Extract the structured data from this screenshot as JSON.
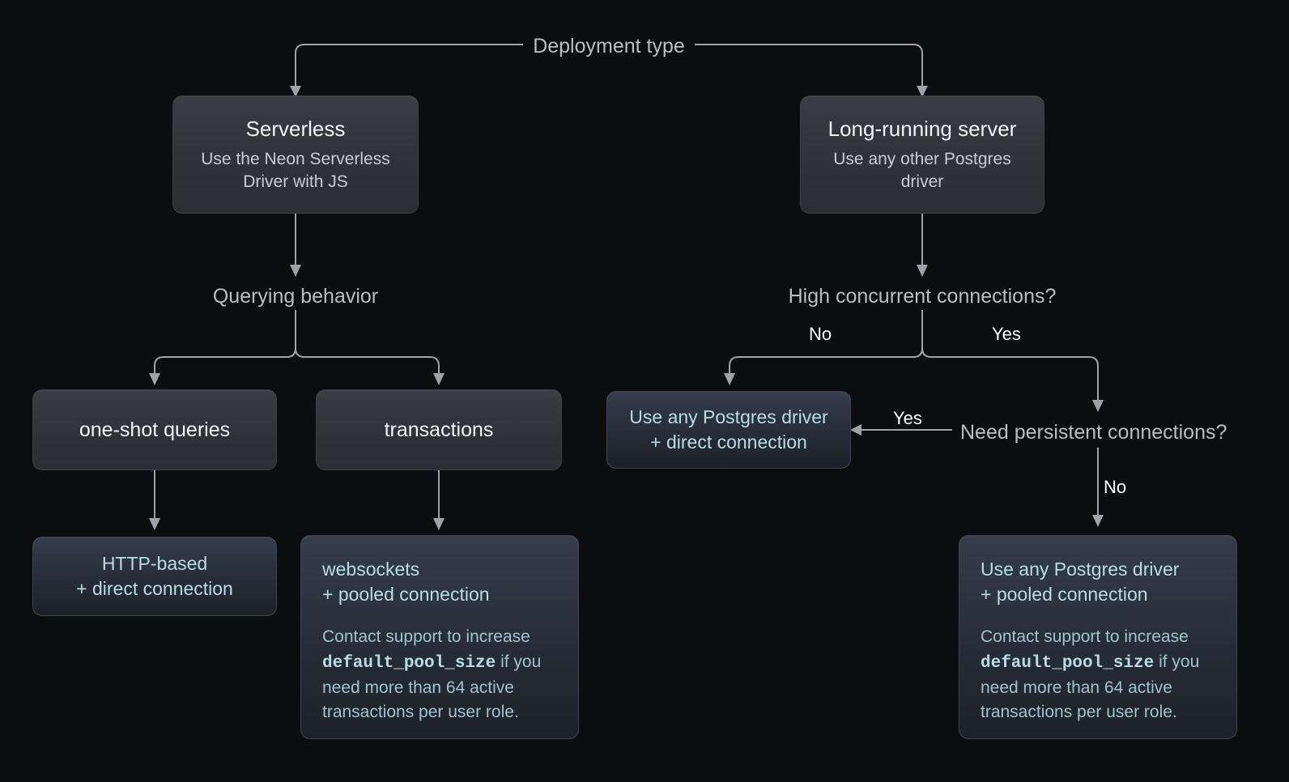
{
  "diagram": {
    "title": "Deployment type",
    "root_label": "Deployment type",
    "nodes": {
      "serverless": {
        "title": "Serverless",
        "subtitle": "Use the Neon Serverless Driver with JS"
      },
      "long_running": {
        "title": "Long-running server",
        "subtitle": "Use any other Postgres driver"
      },
      "querying_behavior": {
        "label": "Querying behavior"
      },
      "high_concurrent": {
        "label": "High concurrent connections?"
      },
      "one_shot": {
        "label": "one-shot queries"
      },
      "transactions": {
        "label": "transactions"
      },
      "need_persistent": {
        "label": "Need persistent connections?"
      },
      "driver_direct": {
        "line1": "Use any Postgres driver",
        "line2": "+ direct connection"
      },
      "http_direct": {
        "line1": "HTTP-based",
        "line2": "+ direct connection"
      },
      "websockets_pooled": {
        "line1": "websockets",
        "line2": "+ pooled connection",
        "note_pre": "Contact support to increase ",
        "note_code": "default_pool_size",
        "note_post": " if you need more than 64 active transactions per user role."
      },
      "driver_pooled": {
        "line1": "Use any Postgres driver",
        "line2": "+ pooled connection",
        "note_pre": "Contact support to increase ",
        "note_code": "default_pool_size",
        "note_post": " if you need more than 64 active transactions per user role."
      }
    },
    "edge_labels": {
      "concurrent_no": "No",
      "concurrent_yes": "Yes",
      "persistent_yes": "Yes",
      "persistent_no": "No"
    },
    "colors": {
      "background": "#0c0d0f",
      "wire": "#9ea3ab",
      "card_text": "#f2f4f6",
      "card_subtext": "#c8ccd3",
      "blue_text": "#b8dce8",
      "blue_subtext": "#9fc4d0",
      "muted_text": "#b9bec6"
    }
  }
}
